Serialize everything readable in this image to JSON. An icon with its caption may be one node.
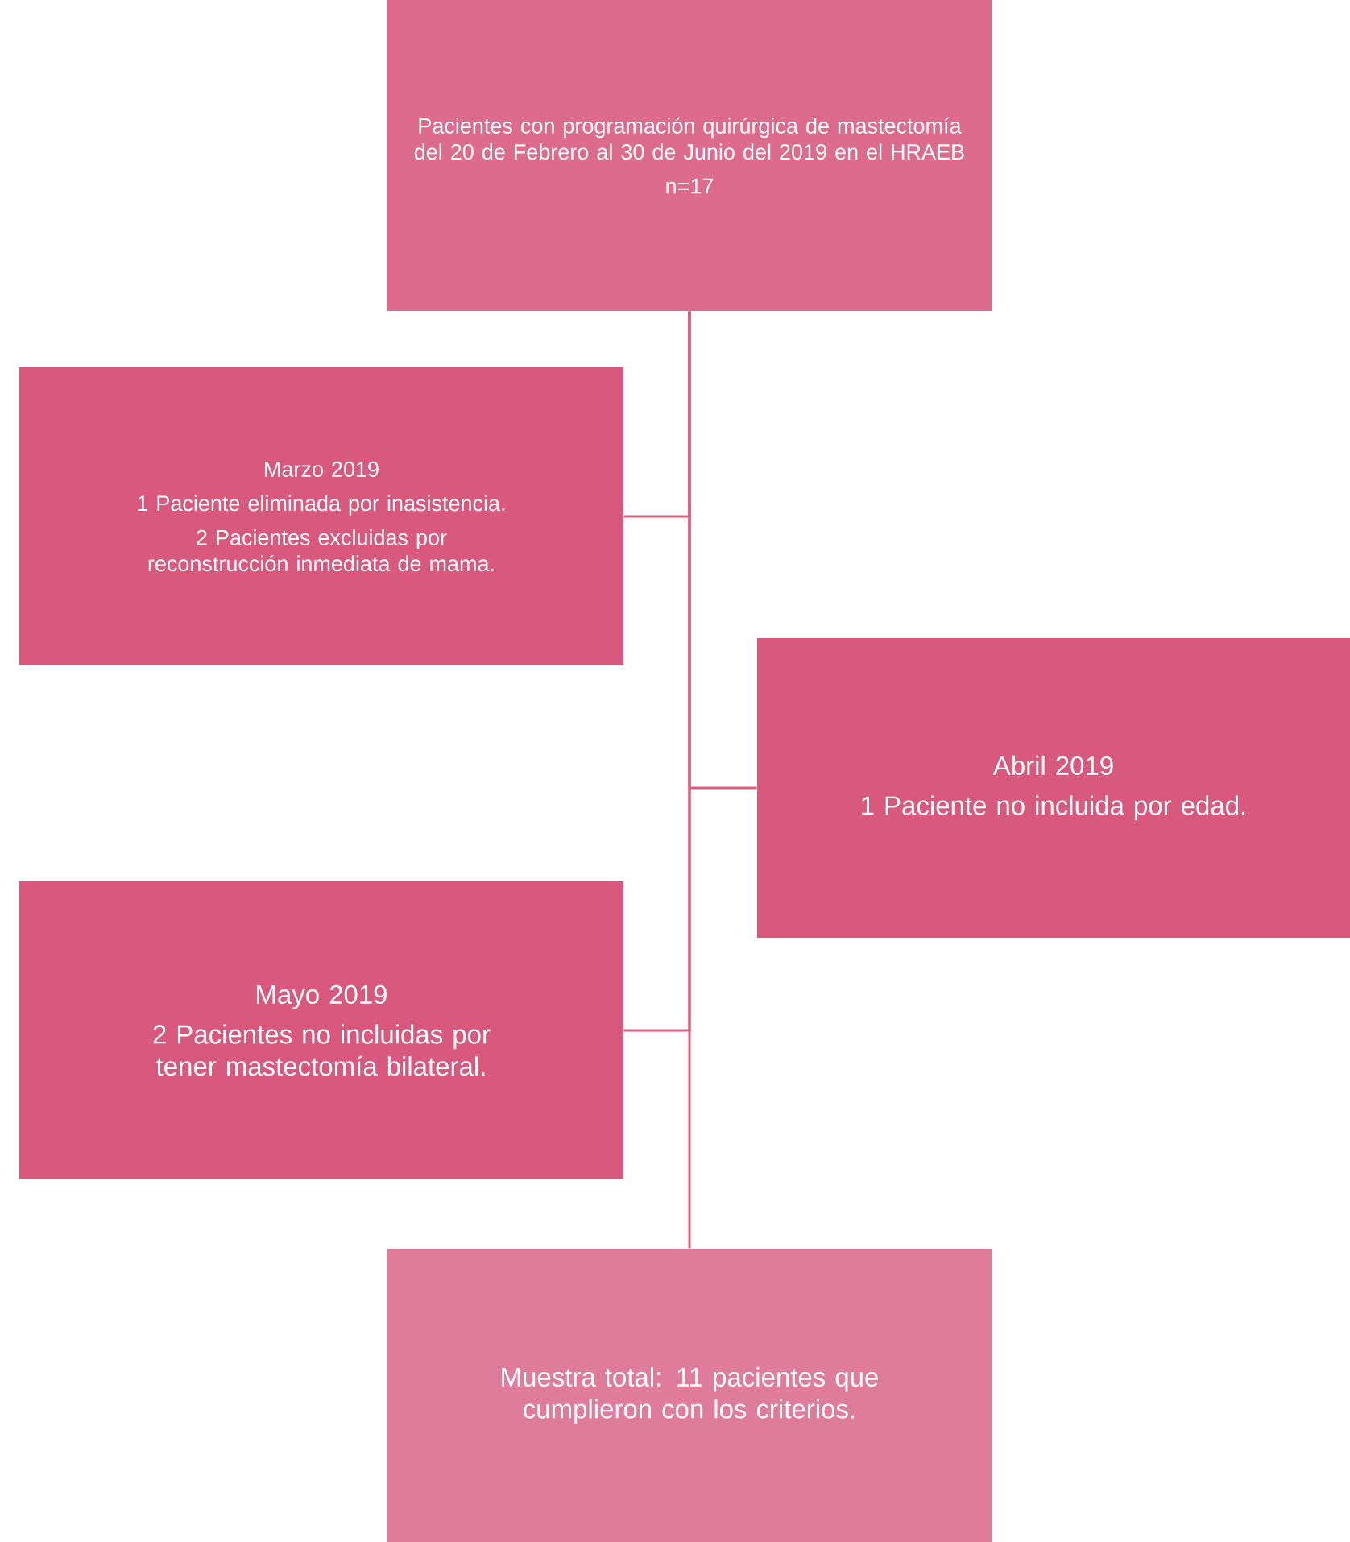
{
  "diagram": {
    "nodes": [
      {
        "text": [
          "Pacientes con programación quirúrgica de mastectomía del 20 de Febrero al  30 de Junio del 2019 en el HRAEB",
          "n=17"
        ]
      },
      {
        "text": [
          "Marzo 2019",
          "1 Paciente eliminada por inasistencia.",
          "2 Pacientes excluidas por reconstrucción inmediata de mama."
        ]
      },
      {
        "text": [
          "Abril 2019",
          "1 Paciente no incluida por edad."
        ]
      },
      {
        "text": [
          "Mayo 2019",
          "2 Pacientes no incluidas por tener mastectomía bilateral."
        ]
      },
      {
        "text": [
          "Muestra total: 11 pacientes que cumplieron con los criterios."
        ]
      }
    ],
    "edges": [
      {
        "from": 0,
        "to": 4,
        "arrow": "none"
      },
      {
        "from": 0,
        "to": 1,
        "arrow": "none"
      },
      {
        "from": 0,
        "to": 2,
        "arrow": "none"
      },
      {
        "from": 0,
        "to": 3,
        "arrow": "none"
      }
    ]
  }
}
